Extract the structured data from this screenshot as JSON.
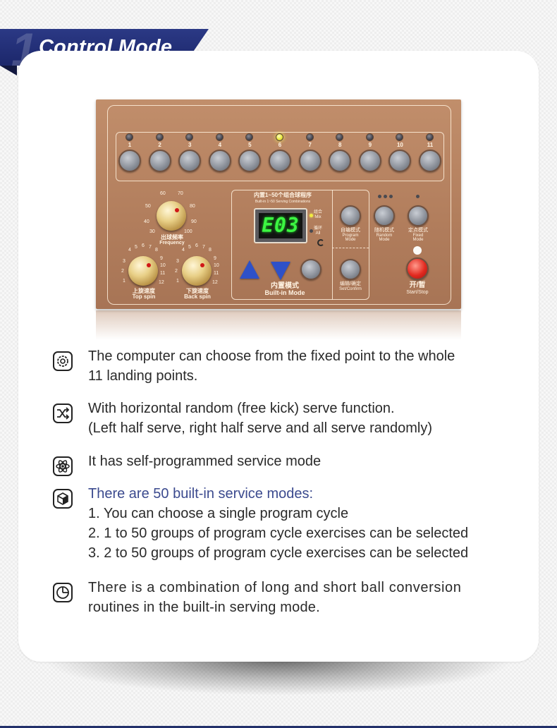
{
  "header": {
    "number": "1",
    "title": "Control Mode",
    "accent_color": "#1f2a6e"
  },
  "panel": {
    "landing_points": [
      "1",
      "2",
      "3",
      "4",
      "5",
      "6",
      "7",
      "8",
      "9",
      "10",
      "11"
    ],
    "active_point": "6",
    "frequency": {
      "label_cn": "出球频率",
      "label_en": "Frequency",
      "ticks": [
        "60",
        "70",
        "50",
        "80",
        "40",
        "90",
        "30",
        "100"
      ]
    },
    "top_spin": {
      "label_cn": "上旋速度",
      "label_en": "Top spin",
      "ticks": [
        "4",
        "5",
        "6",
        "7",
        "8",
        "3",
        "9",
        "2",
        "10",
        "1",
        "11",
        "12"
      ]
    },
    "back_spin": {
      "label_cn": "下旋速度",
      "label_en": "Back spin",
      "ticks": [
        "4",
        "5",
        "6",
        "7",
        "8",
        "3",
        "9",
        "2",
        "10",
        "1",
        "11",
        "12"
      ]
    },
    "builtin": {
      "title_cn": "内置1~50个组合球程序",
      "title_en": "Built-in 1~50 Serving Combinations",
      "display": "E03",
      "mix_cn": "组合",
      "mix_en": "Mix",
      "all_cn": "循环",
      "all_en": "All",
      "mode_cn": "内置模式",
      "mode_en": "Built-in Mode"
    },
    "modes": {
      "program_cn": "自编模式",
      "program_en": "Program",
      "program_en2": "Mode",
      "random_cn": "随机模式",
      "random_en": "Random",
      "random_en2": "Mode",
      "fixed_cn": "定点模式",
      "fixed_en": "Fixed",
      "fixed_en2": "Mode",
      "set_cn": "编辑/确定",
      "set_en": "Set/Confirm",
      "start_cn": "开/暂",
      "start_en": "Start/Stop"
    }
  },
  "features": [
    {
      "icon": "gear-icon",
      "lines": [
        "The computer can choose from the fixed point to the whole",
        "11 landing points."
      ]
    },
    {
      "icon": "shuffle-icon",
      "lines": [
        "With horizontal random (free kick) serve function.",
        "(Left half serve, right half serve and all serve randomly)"
      ]
    },
    {
      "icon": "atom-icon",
      "lines": [
        "It has self-programmed service mode"
      ]
    },
    {
      "icon": "cube-icon",
      "heading": "There are 50 built-in service modes:",
      "lines": [
        "1. You can choose a single program cycle",
        "2. 1 to 50 groups of program cycle exercises can be selected",
        "3. 2 to 50 groups of program cycle exercises can be selected"
      ]
    },
    {
      "icon": "pie-chart-icon",
      "lines": [
        "There is a combination of long and short ball conversion",
        "routines in the built-in serving mode."
      ]
    }
  ]
}
